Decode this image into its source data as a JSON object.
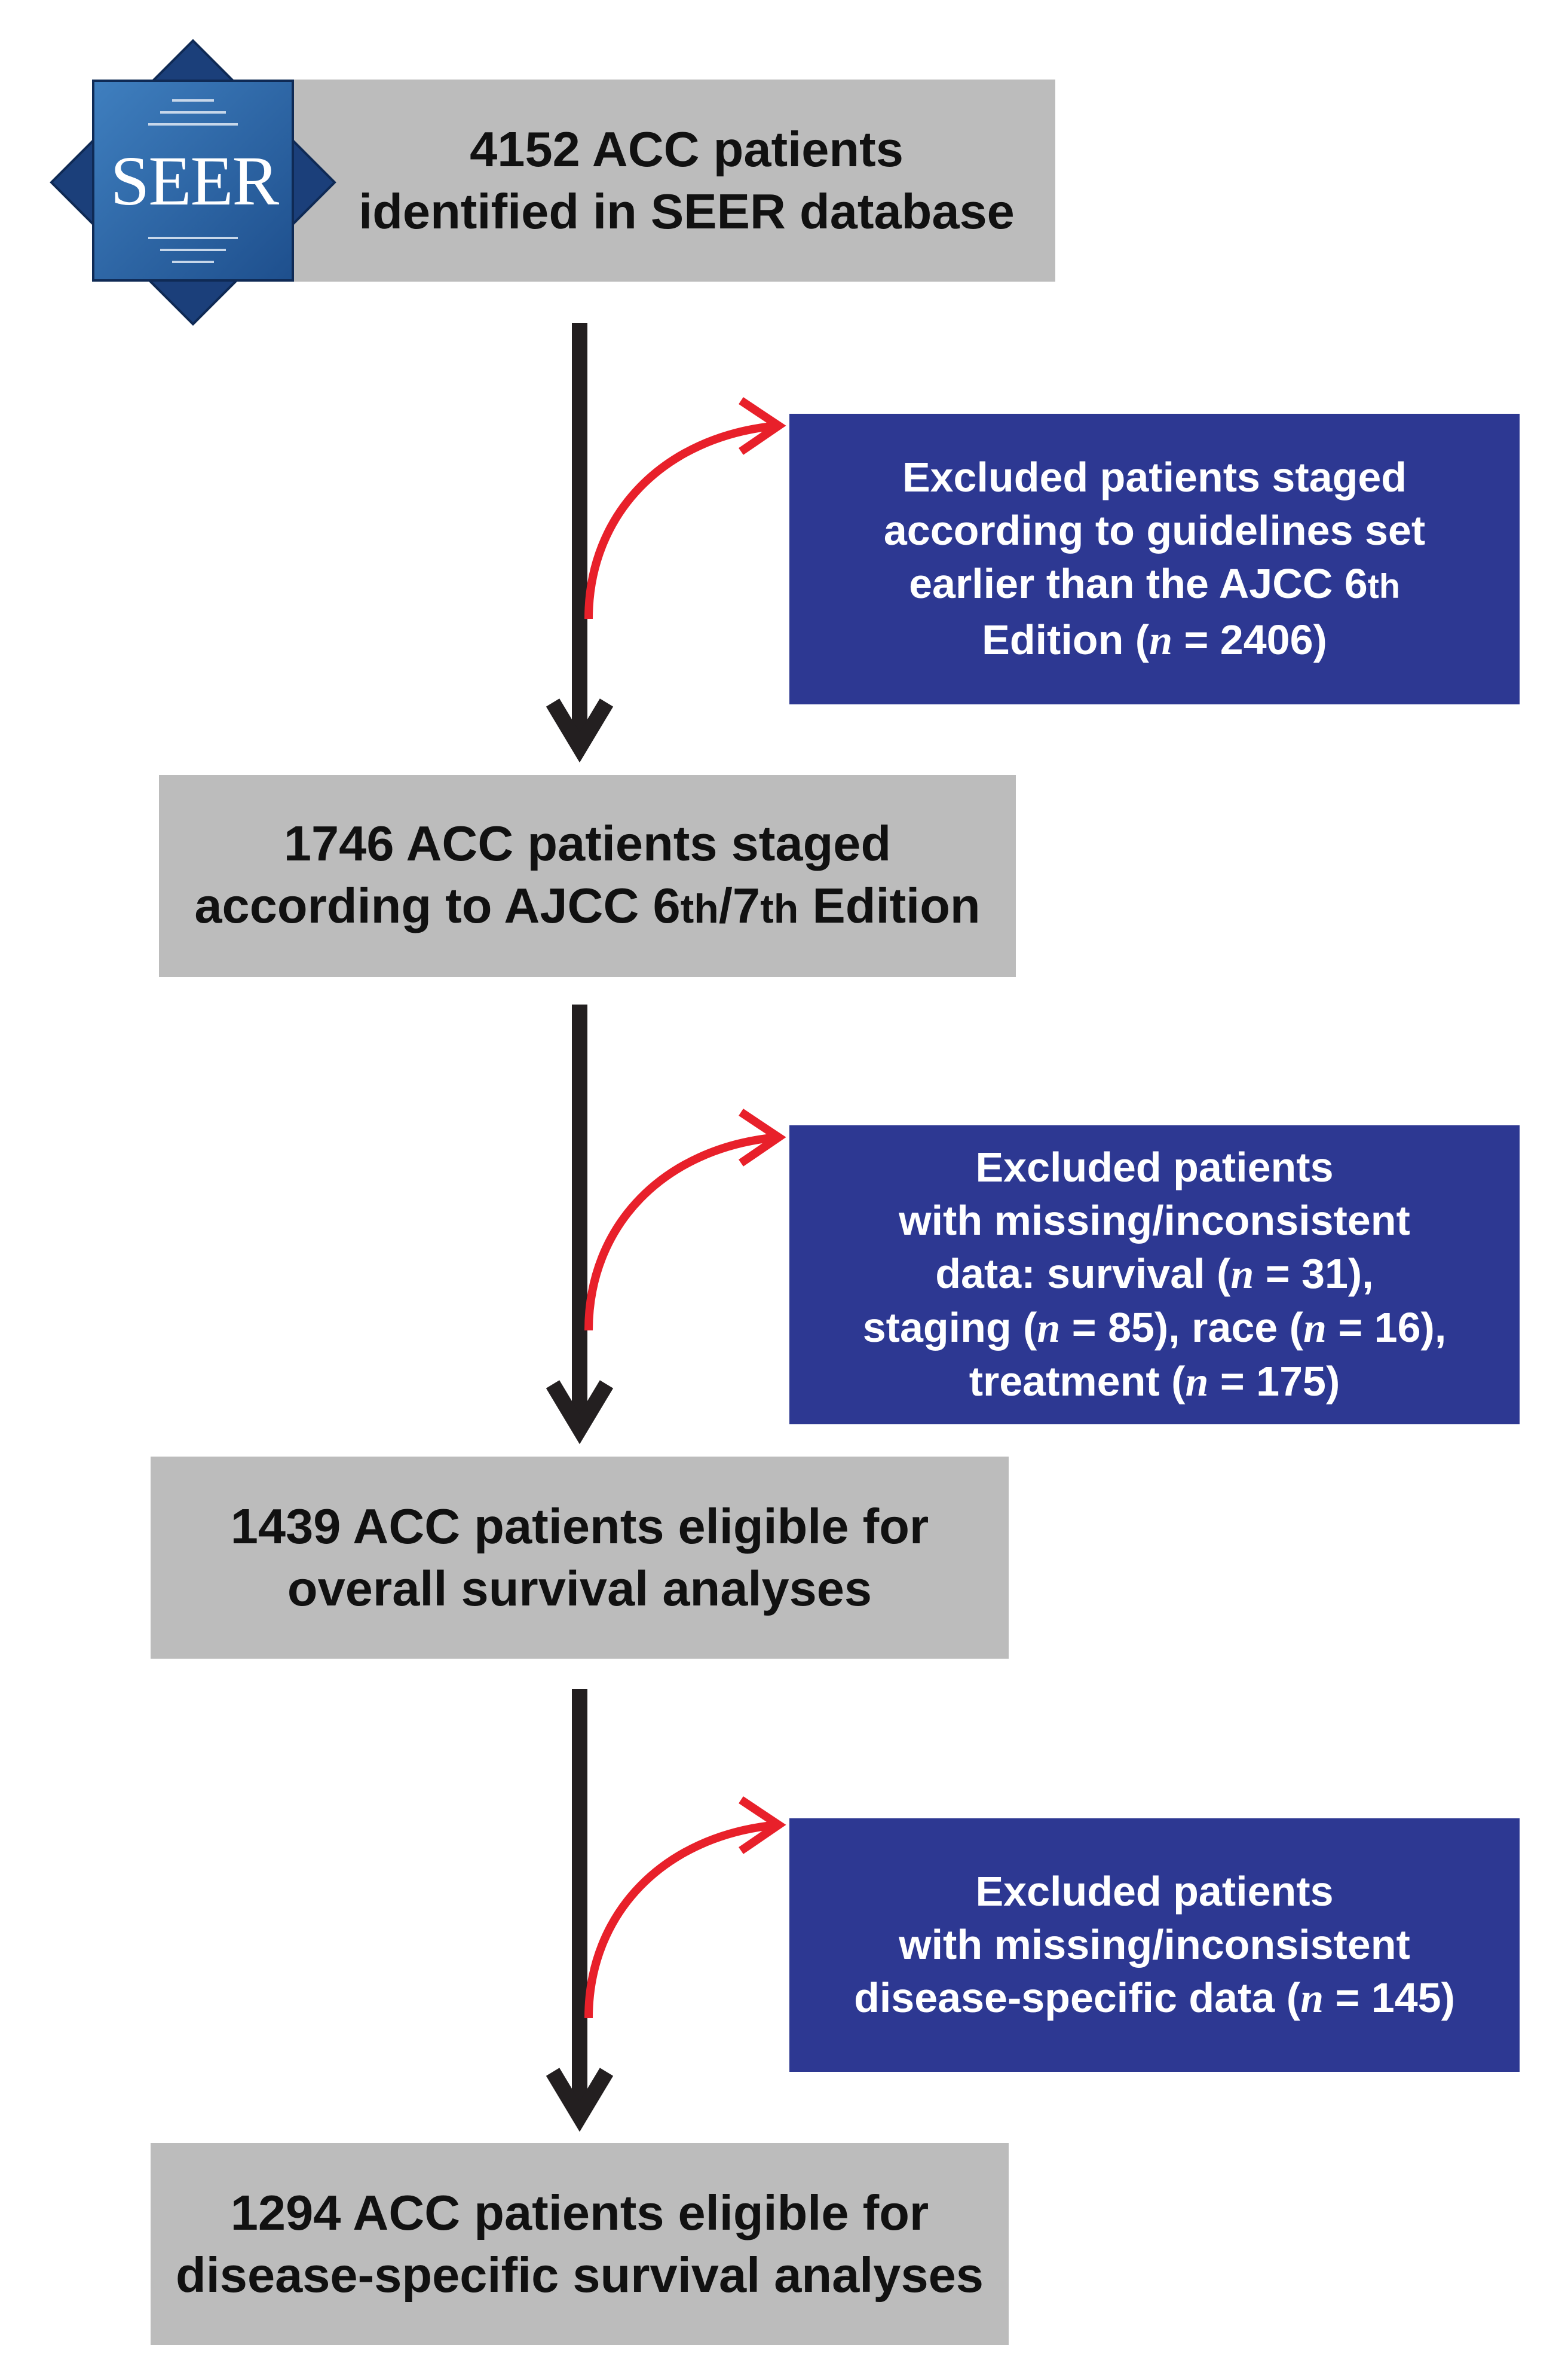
{
  "logo": {
    "text": "SEER",
    "icon": "seer-logo-diamond",
    "color_dark": "#1b3f7a",
    "color_mid": "#2e6aa8"
  },
  "boxes": {
    "start": {
      "line1": "4152 ACC patients",
      "line2": "identified in SEER database"
    },
    "staged": {
      "line1": "1746 ACC patients staged",
      "line2_pre": "according to AJCC 6",
      "line2_sup1": "th",
      "line2_mid": "/7",
      "line2_sup2": "th",
      "line2_post": " Edition"
    },
    "overall": {
      "line1": "1439 ACC patients eligible for",
      "line2": "overall survival analyses"
    },
    "disease_specific": {
      "line1": "1294 ACC patients eligible for",
      "line2": "disease-specific survival analyses"
    }
  },
  "exclusions": {
    "first": {
      "line1": "Excluded patients staged",
      "line2": "according to guidelines set",
      "line3_pre": "earlier than the AJCC 6",
      "line3_sup": "th",
      "line4_pre": "Edition (",
      "line4_n": "n",
      "line4_post": " = 2406)"
    },
    "second": {
      "line1": "Excluded patients",
      "line2": "with missing/inconsistent",
      "line3_pre": "data: survival (",
      "line3_n": "n",
      "line3_post": " = 31),",
      "line4_a": "staging (",
      "line4_n1": "n",
      "line4_b": " = 85), race (",
      "line4_n2": "n",
      "line4_c": " = 16),",
      "line5_a": "treatment (",
      "line5_n": "n",
      "line5_b": " = 175)"
    },
    "third": {
      "line1": "Excluded patients",
      "line2": "with missing/inconsistent",
      "line3_pre": "disease-specific data (",
      "line3_n": "n",
      "line3_post": " = 145)"
    }
  },
  "colors": {
    "box_gray": "#bcbcbc",
    "box_blue": "#2d3892",
    "arrow_main": "#231f20",
    "arrow_exclude": "#e8202a"
  }
}
